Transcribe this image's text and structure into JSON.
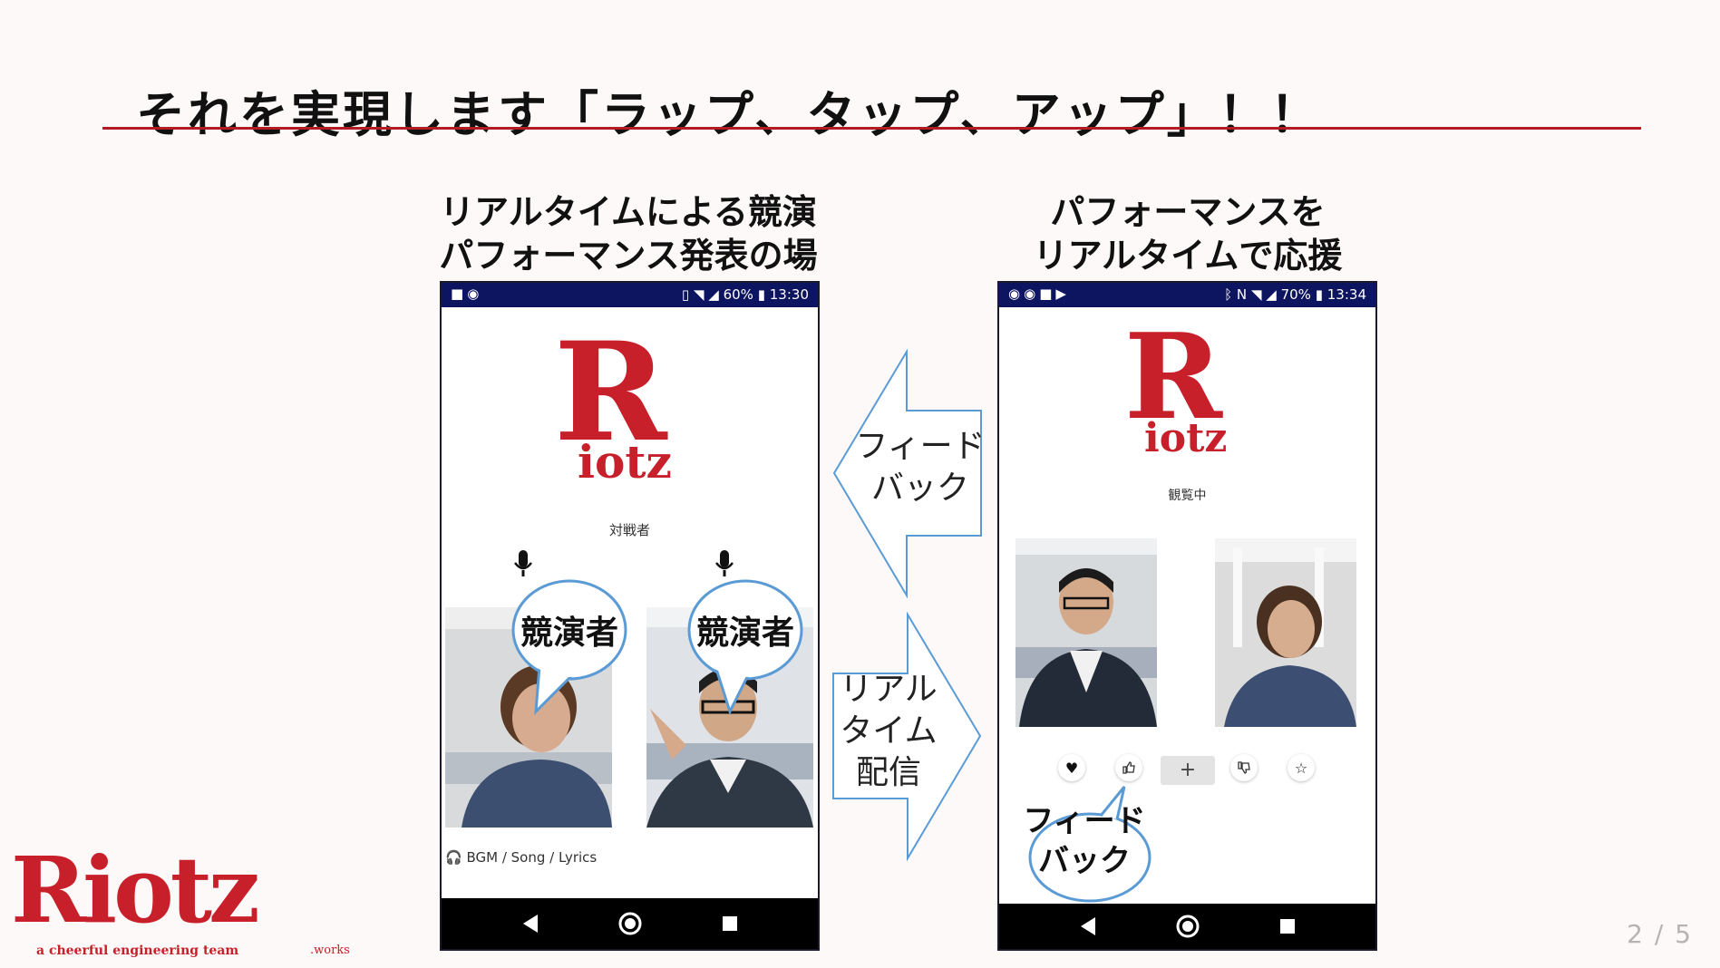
{
  "slide": {
    "title": "それを実現します「ラップ、タップ、アップ」！！",
    "page_number": "2 / 5",
    "accent_color": "#b21c22"
  },
  "left_section": {
    "caption_line1": "リアルタイムによる競演",
    "caption_line2": "パフォーマンス発表の場"
  },
  "right_section": {
    "caption_line1": "パフォーマンスを",
    "caption_line2": "リアルタイムで応援"
  },
  "left_phone": {
    "status_battery": "60%",
    "status_time": "13:30",
    "logo_letter": "R",
    "logo_word": "iotz",
    "versus_label": "対戦者",
    "bubble_label": "競演者",
    "footer_text": "BGM / Song / Lyrics",
    "icons": [
      "video-icon",
      "chrome-icon",
      "vibrate-icon",
      "wifi-icon",
      "signal-icon",
      "battery-icon",
      "mic-icon",
      "headphones-icon"
    ]
  },
  "right_phone": {
    "status_battery": "70%",
    "status_time": "13:34",
    "logo_letter": "R",
    "logo_word": "iotz",
    "watching_label": "観覧中",
    "add_label": "+",
    "action_icons": [
      "heart-icon",
      "thumbs-up-icon",
      "plus-icon",
      "thumbs-down-icon",
      "star-icon"
    ],
    "bubble_line1": "フィード",
    "bubble_line2": "バック"
  },
  "arrows": {
    "feedback_line1": "フィード",
    "feedback_line2": "バック",
    "stream_line1": "リアル",
    "stream_line2": "タイム",
    "stream_line3": "配信",
    "stroke_color": "#5b9bd5"
  },
  "brand_logo": {
    "name": "Riotz",
    "tagline": "a cheerful engineering team",
    "suffix": ".works",
    "color": "#c8202a"
  }
}
